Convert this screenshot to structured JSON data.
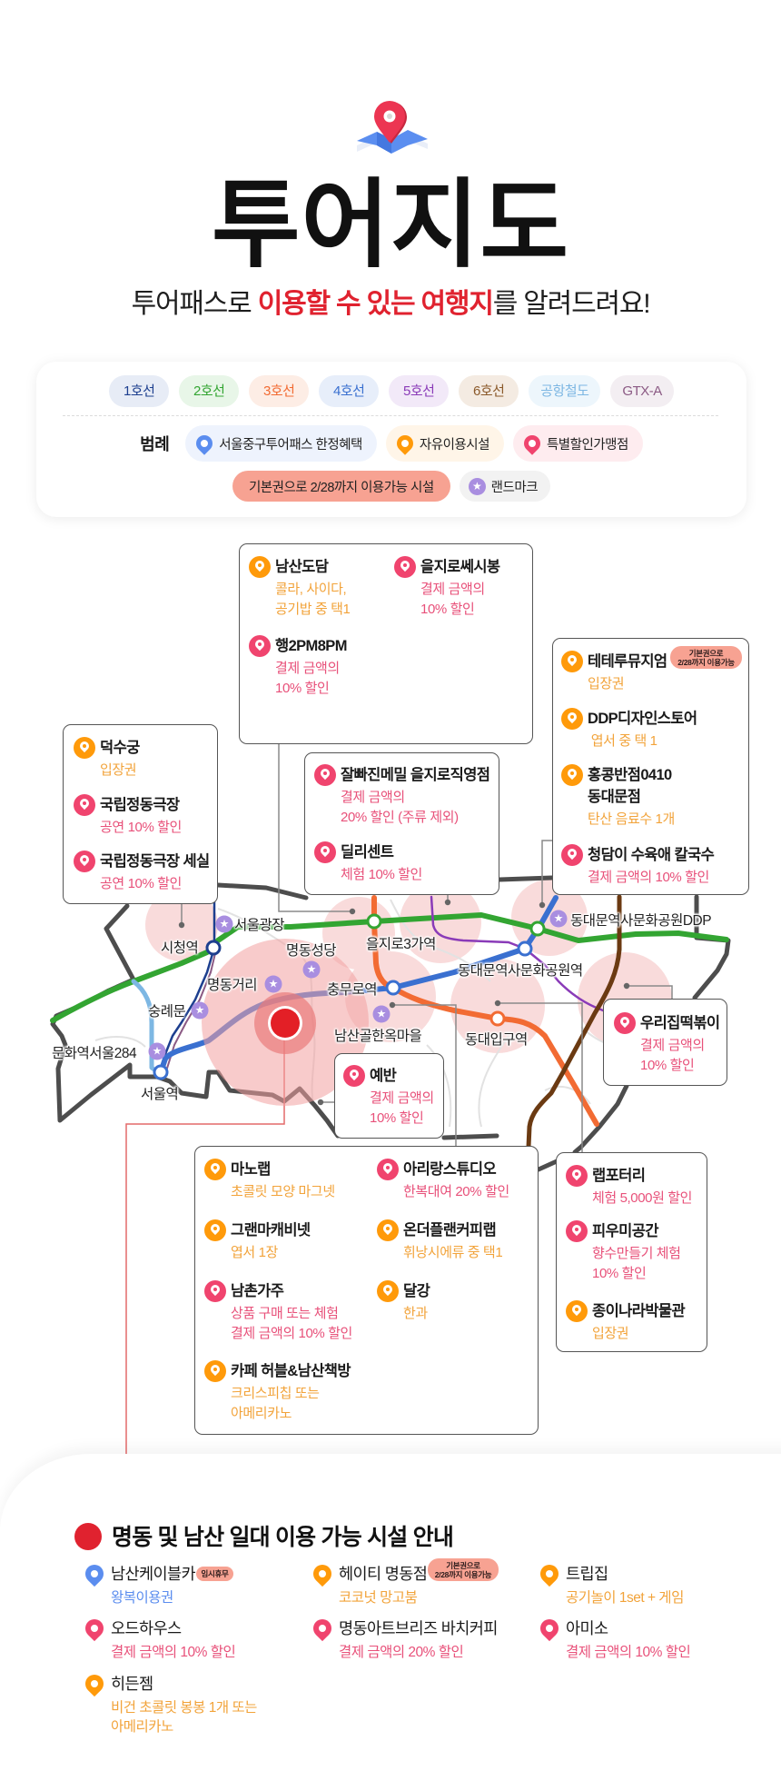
{
  "header": {
    "icon": "map-pin-icon",
    "title": "투어지도",
    "subtitle": {
      "part1": "투어패스로 ",
      "highlight": "이용할 수 있는 여행지",
      "part2": "를 알려드려요!"
    },
    "highlight_color": "#e0222f"
  },
  "legend": {
    "lines": [
      {
        "label": "1호선",
        "color": "#1d3f8f"
      },
      {
        "label": "2호선",
        "color": "#33a532"
      },
      {
        "label": "3호선",
        "color": "#f26b33"
      },
      {
        "label": "4호선",
        "color": "#3a70d0"
      },
      {
        "label": "5호선",
        "color": "#8a3bb8"
      },
      {
        "label": "6호선",
        "color": "#8b5a2b"
      },
      {
        "label": "공항철도",
        "color": "#7db7e3"
      },
      {
        "label": "GTX-A",
        "color": "#8b5a84"
      }
    ],
    "label": "범례",
    "items": [
      {
        "label": "서울중구투어패스 한정혜택",
        "icon": "pin-blue-icon",
        "color": "#5b8def"
      },
      {
        "label": "자유이용시설",
        "icon": "pin-orange-icon",
        "color": "#ff9a0a"
      },
      {
        "label": "특별할인가맹점",
        "icon": "pin-pink-icon",
        "color": "#f0446e"
      },
      {
        "label": "기본권으로 2/28까지 이용가능 시설",
        "color": "#f7a292"
      },
      {
        "label": "랜드마크",
        "icon": "star-icon",
        "color": "#a98ee0"
      }
    ]
  },
  "map": {
    "stations": [
      {
        "label": "시청역"
      },
      {
        "label": "을지로3가역"
      },
      {
        "label": "충무로역"
      },
      {
        "label": "동대문역사문화공원역"
      },
      {
        "label": "동대입구역"
      },
      {
        "label": "서울역"
      }
    ],
    "landmarks": [
      {
        "label": "서울광장"
      },
      {
        "label": "명동성당"
      },
      {
        "label": "명동거리"
      },
      {
        "label": "숭례문"
      },
      {
        "label": "문화역서울284"
      },
      {
        "label": "남산골한옥마을"
      },
      {
        "label": "동대문역사문화공원DDP"
      }
    ],
    "boxes": [
      {
        "items": [
          {
            "name": "남산도담",
            "type": "orange",
            "desc": "콜라, 사이다,\n공기밥 중 택1"
          },
          {
            "name": "을지로쎄시봉",
            "type": "pink",
            "desc": "결제 금액의\n10% 할인"
          },
          {
            "name": "행2PM8PM",
            "type": "pink",
            "desc": "결제 금액의\n10% 할인"
          }
        ]
      },
      {
        "badge": "기본권으로\n2/28까지 이용가능",
        "items": [
          {
            "name": "테테루뮤지엄",
            "type": "orange",
            "desc": "입장권"
          },
          {
            "name": "DDP디자인스토어",
            "type": "orange",
            "desc": " 엽서 중 택 1"
          },
          {
            "name": "홍콩반점0410\n동대문점",
            "type": "orange",
            "desc": "탄산 음료수 1개"
          },
          {
            "name": "청담이 수육애 칼국수",
            "type": "pink",
            "desc": "결제 금액의 10% 할인"
          }
        ]
      },
      {
        "items": [
          {
            "name": "덕수궁",
            "type": "orange",
            "desc": "입장권"
          },
          {
            "name": "국립정동극장",
            "type": "pink",
            "desc": "공연 10% 할인"
          },
          {
            "name": "국립정동극장 세실",
            "type": "pink",
            "desc": "공연 10% 할인"
          }
        ]
      },
      {
        "items": [
          {
            "name": "잘빠진메밀 을지로직영점",
            "type": "pink",
            "desc": "결제 금액의\n20% 할인 (주류 제외)"
          },
          {
            "name": "딜리센트",
            "type": "pink",
            "desc": "체험 10% 할인"
          }
        ]
      },
      {
        "items": [
          {
            "name": "예반",
            "type": "pink",
            "desc": "결제 금액의\n10% 할인"
          }
        ]
      },
      {
        "items": [
          {
            "name": "우리집떡볶이",
            "type": "pink",
            "desc": "결제 금액의\n10% 할인"
          }
        ]
      },
      {
        "items": [
          {
            "name": "마노랩",
            "type": "orange",
            "desc": "초콜릿 모양 마그넷"
          },
          {
            "name": "아리랑스튜디오",
            "type": "pink",
            "desc": "한복대여 20% 할인"
          },
          {
            "name": "그랜마캐비넷",
            "type": "orange",
            "desc": "엽서 1장"
          },
          {
            "name": "온더플랜커피랩",
            "type": "orange",
            "desc": "휘낭시에류 중 택1"
          },
          {
            "name": "남촌가주",
            "type": "pink",
            "desc": "상품 구매 또는 체험\n결제 금액의 10% 할인"
          },
          {
            "name": "달강",
            "type": "orange",
            "desc": "한과"
          },
          {
            "name": "카페 허블&남산책방",
            "type": "orange",
            "desc": "크리스피칩 또는\n아메리카노"
          }
        ]
      },
      {
        "items": [
          {
            "name": "랩포터리",
            "type": "pink",
            "desc": "체험 5,000원 할인"
          },
          {
            "name": "피우미공간",
            "type": "pink",
            "desc": "향수만들기 체험\n10% 할인"
          },
          {
            "name": "종이나라박물관",
            "type": "orange",
            "desc": "입장권"
          }
        ]
      }
    ]
  },
  "myeongdong": {
    "title": "명동 및 남산 일대 이용 가능 시설 안내",
    "marker_color": "#e0222f",
    "items": [
      {
        "name": "남산케이블카",
        "type": "blue",
        "badge": "임시휴무",
        "desc": "왕복이용권"
      },
      {
        "name": "헤이티 명동점",
        "type": "orange",
        "badge": "기본권으로\n2/28까지 이용가능",
        "desc": "코코넛 망고붐"
      },
      {
        "name": "트립집",
        "type": "orange",
        "desc": "공기놀이 1set + 게임"
      },
      {
        "name": "오드하우스",
        "type": "pink",
        "desc": "결제 금액의 10% 할인"
      },
      {
        "name": "명동아트브리즈 바치커피",
        "type": "pink",
        "desc": "결제 금액의 20% 할인"
      },
      {
        "name": "아미소",
        "type": "pink",
        "desc": "결제 금액의 10% 할인"
      },
      {
        "name": "히든젬",
        "type": "orange",
        "desc": "비건 초콜릿 봉봉 1개 또는\n아메리카노"
      }
    ]
  }
}
